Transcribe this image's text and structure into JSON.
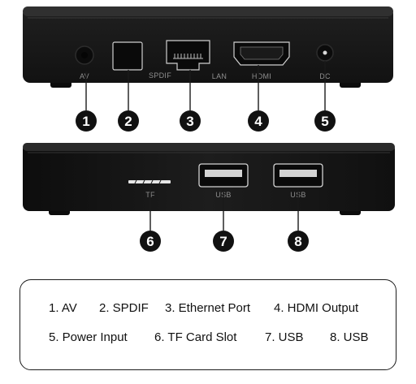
{
  "colors": {
    "device_body": "#1b1b1b",
    "device_top": "#2b2b2b",
    "port_outline": "#cfcfcf",
    "port_label": "#8f8f8f",
    "callout_fill": "#111111",
    "callout_text": "#ffffff",
    "legend_border": "#1c1c1c",
    "legend_text": "#111111"
  },
  "back_panel": {
    "labels": {
      "av": "AV",
      "spdif": "SPDIF",
      "lan": "LAN",
      "hdmi": "HDMI",
      "dc": "DC"
    },
    "icons": [
      "av-jack-icon",
      "spdif-port-icon",
      "ethernet-port-icon",
      "hdmi-port-icon",
      "dc-jack-icon"
    ]
  },
  "side_panel": {
    "labels": {
      "tf": "TF",
      "usb1": "USB",
      "usb2": "USB"
    },
    "icons": [
      "tf-slot-icon",
      "usb-port-icon",
      "usb-port-icon"
    ]
  },
  "callouts": [
    "1",
    "2",
    "3",
    "4",
    "5",
    "6",
    "7",
    "8"
  ],
  "legend": {
    "items": [
      "1. AV",
      "2. SPDIF",
      "3. Ethernet Port",
      "4. HDMI Output",
      "5. Power Input",
      "6. TF Card Slot",
      "7. USB",
      "8. USB"
    ]
  }
}
